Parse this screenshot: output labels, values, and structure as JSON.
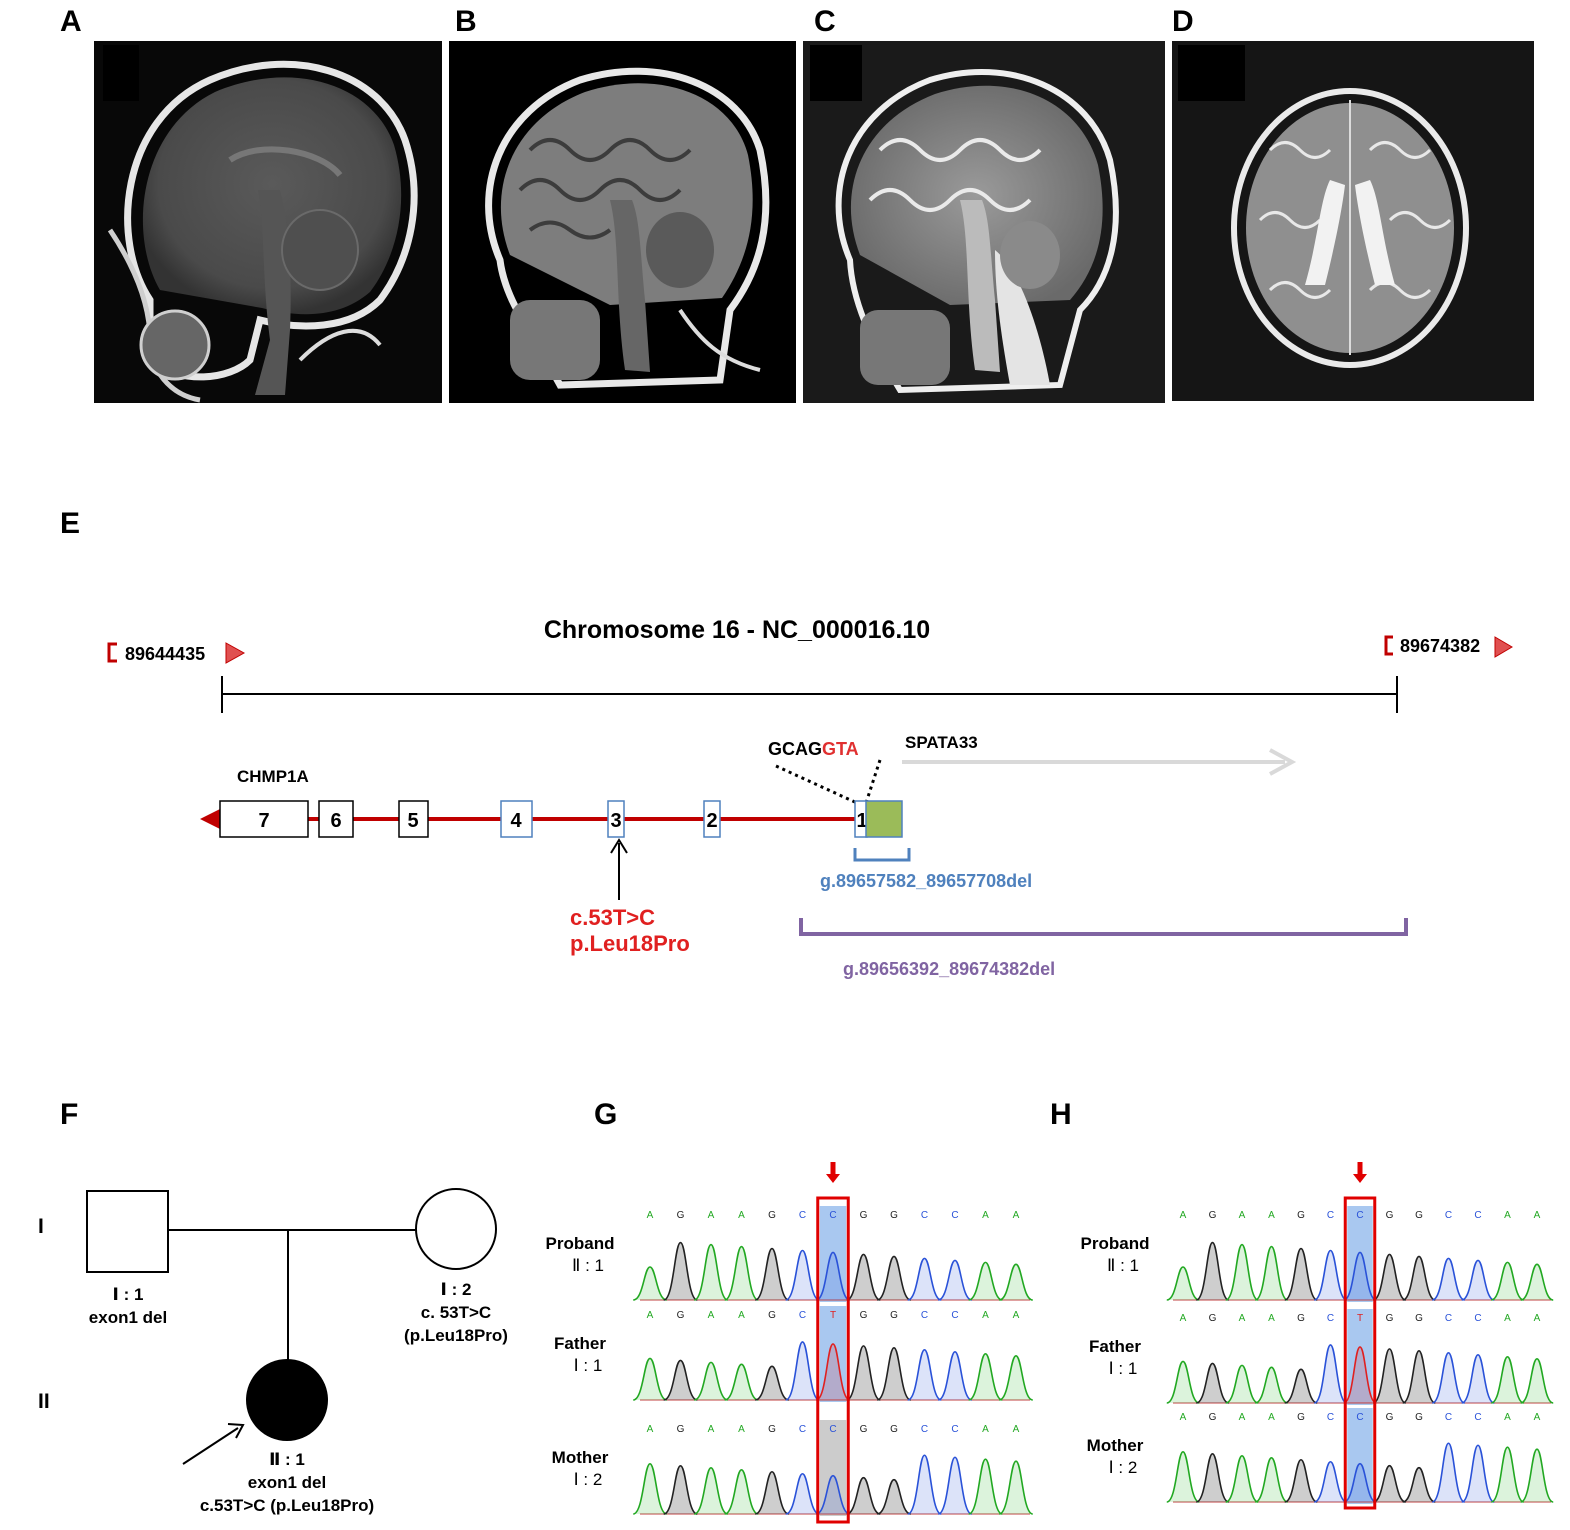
{
  "panels": {
    "a": "A",
    "b": "B",
    "c": "C",
    "d": "D",
    "e": "E",
    "f": "F",
    "g": "G",
    "h": "H"
  },
  "gene_map": {
    "chromosome_title": "Chromosome 16 - NC_000016.10",
    "left_coord": "89644435",
    "right_coord": "89674382",
    "gene_chmp1a": "CHMP1A",
    "gene_spata33": "SPATA33",
    "splice_seq_black": "GCAG",
    "splice_seq_red": "GTA",
    "exons": [
      "7",
      "6",
      "5",
      "4",
      "3",
      "2",
      "1"
    ],
    "variant_line1": "c.53T>C",
    "variant_line2": "p.Leu18Pro",
    "deletion_small": "g.89657582_89657708del",
    "deletion_large": "g.89656392_89674382del",
    "colors": {
      "red": "#c00000",
      "blue": "#4f81bd",
      "purple": "#8064a2",
      "green": "#9bbb59",
      "grey": "#d9d9d9"
    }
  },
  "pedigree": {
    "gen1": "I",
    "gen2": "II",
    "father_id": "Ⅰ : 1",
    "father_note": "exon1 del",
    "mother_id": "Ⅰ : 2",
    "mother_note1": "c. 53T>C",
    "mother_note2": "(p.Leu18Pro)",
    "proband_id": "Ⅱ : 1",
    "proband_note1": "exon1 del",
    "proband_note2": "c.53T>C (p.Leu18Pro)"
  },
  "sequencing": {
    "rows_g": [
      {
        "name": "Proband",
        "id": "Ⅱ : 1",
        "bases": [
          "A",
          "G",
          "A",
          "A",
          "G",
          "C",
          "C",
          "G",
          "G",
          "C",
          "C",
          "A",
          "A"
        ]
      },
      {
        "name": "Father",
        "id": "Ⅰ : 1",
        "bases": [
          "A",
          "G",
          "A",
          "A",
          "G",
          "C",
          "T",
          "G",
          "G",
          "C",
          "C",
          "A",
          "A"
        ]
      },
      {
        "name": "Mother",
        "id": "Ⅰ : 2",
        "bases": [
          "A",
          "G",
          "A",
          "A",
          "G",
          "C",
          "C",
          "G",
          "G",
          "C",
          "C",
          "A",
          "A"
        ]
      }
    ],
    "rows_h": [
      {
        "name": "Proband",
        "id": "Ⅱ : 1",
        "bases": [
          "A",
          "G",
          "A",
          "A",
          "G",
          "C",
          "C",
          "G",
          "G",
          "C",
          "C",
          "A",
          "A"
        ]
      },
      {
        "name": "Father",
        "id": "Ⅰ : 1",
        "bases": [
          "A",
          "G",
          "A",
          "A",
          "G",
          "C",
          "T",
          "G",
          "G",
          "C",
          "C",
          "A",
          "A"
        ]
      },
      {
        "name": "Mother",
        "id": "Ⅰ : 2",
        "bases": [
          "A",
          "G",
          "A",
          "A",
          "G",
          "C",
          "C",
          "G",
          "G",
          "C",
          "C",
          "A",
          "A"
        ]
      }
    ],
    "base_colors": {
      "A": "#22a822",
      "G": "#222222",
      "C": "#2a52d8",
      "T": "#e02020"
    }
  }
}
